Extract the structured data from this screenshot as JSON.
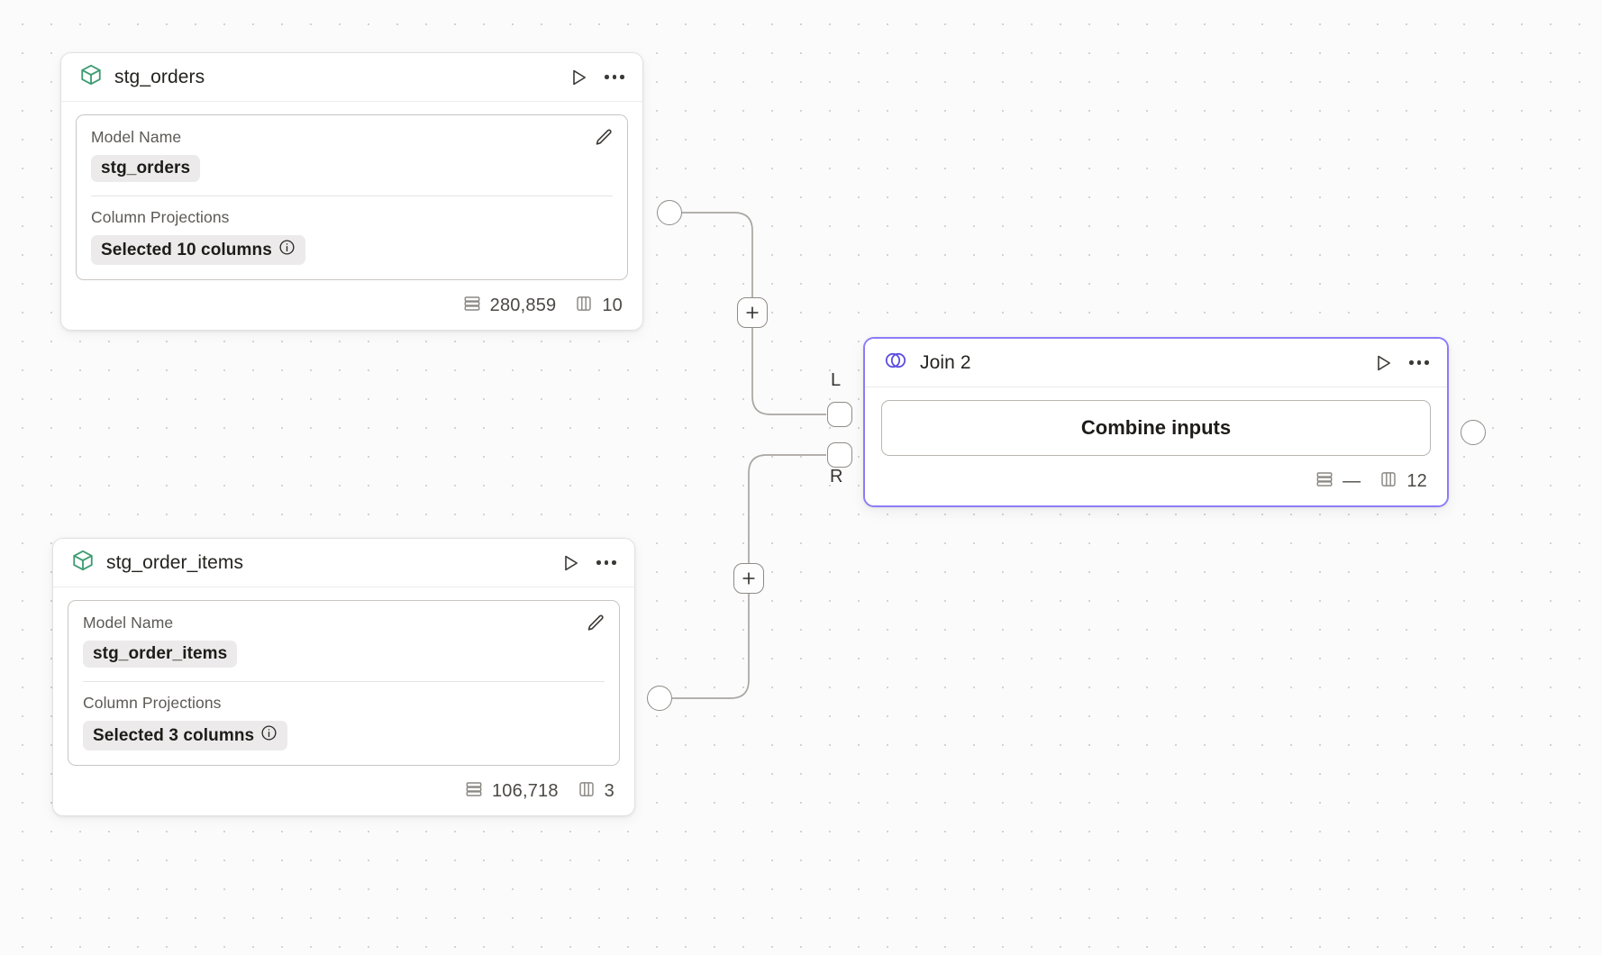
{
  "canvas": {
    "background": "#fbfbfb",
    "grid_dot_color": "#d5d3d1",
    "accent_selected": "#8b7cf8",
    "model_icon_color": "#3e9c72"
  },
  "nodes": [
    {
      "id": "stg_orders",
      "type": "model",
      "icon": "cube-icon",
      "title": "stg_orders",
      "run_label": "Run",
      "menu_label": "More options",
      "fields": {
        "model_name_label": "Model Name",
        "model_name_value": "stg_orders",
        "column_projections_label": "Column Projections",
        "column_projections_value": "Selected 10 columns"
      },
      "footer": {
        "rows_icon": "rows-icon",
        "rows": "280,859",
        "columns_icon": "columns-icon",
        "columns": "10"
      }
    },
    {
      "id": "stg_order_items",
      "type": "model",
      "icon": "cube-icon",
      "title": "stg_order_items",
      "run_label": "Run",
      "menu_label": "More options",
      "fields": {
        "model_name_label": "Model Name",
        "model_name_value": "stg_order_items",
        "column_projections_label": "Column Projections",
        "column_projections_value": "Selected 3 columns"
      },
      "footer": {
        "rows_icon": "rows-icon",
        "rows": "106,718",
        "columns_icon": "columns-icon",
        "columns": "3"
      }
    },
    {
      "id": "join_2",
      "type": "join",
      "icon": "join-circles-icon",
      "title": "Join 2",
      "selected": true,
      "run_label": "Run",
      "menu_label": "More options",
      "body_label": "Combine inputs",
      "input_port_left_label": "L",
      "input_port_right_label": "R",
      "footer": {
        "rows_icon": "rows-icon",
        "rows": "—",
        "columns_icon": "columns-icon",
        "columns": "12"
      }
    }
  ],
  "edge_buttons": [
    {
      "id": "add-node-upper",
      "label": "+"
    },
    {
      "id": "add-node-lower",
      "label": "+"
    }
  ]
}
